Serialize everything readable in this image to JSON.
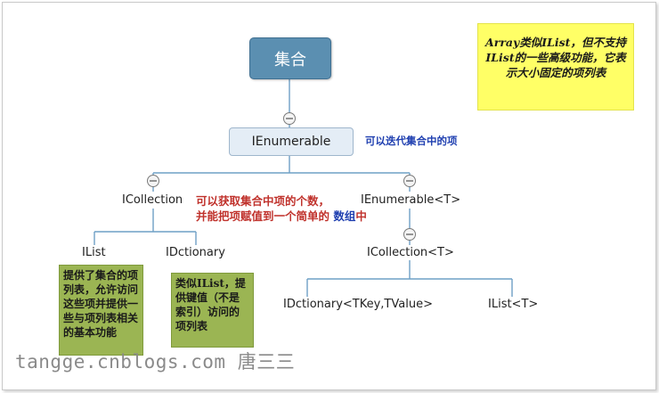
{
  "root": {
    "label": "集合"
  },
  "nodes": {
    "ienumerable": "IEnumerable",
    "icollection": "ICollection",
    "ienumerable_t": "IEnumerable<T>",
    "ilist": "IList",
    "idictionary": "IDctionary",
    "icollection_t": "ICollection<T>",
    "idictionary_kv": "IDctionary<TKey,TValue>",
    "ilist_t": "IList<T>"
  },
  "notes": {
    "array_note": "Array类似IList，但不支持IList的一些高级功能，它表示大小固定的项列表",
    "ienumerable_note": "可以迭代集合中的项",
    "icollection_note_line1": "可以获取集合中项的个数，",
    "icollection_note_line2a": "并能把项赋值到一个简单的",
    "icollection_note_line2b": "数组",
    "icollection_note_line2c": "中",
    "ilist_note": "提供了集合的项列表，允许访问这些项并提供一些与项列表相关的基本功能",
    "idictionary_note": "类似IList，提供键值（不是索引）访问的项列表"
  },
  "watermark": "tangge.cnblogs.com 唐三三",
  "colors": {
    "root_fill": "#5b8fb1",
    "note_yellow": "#ffff66",
    "note_green": "#9bb553",
    "note_red": "#c0322c",
    "note_blue": "#1f3fb0",
    "connector": "#6fa0c6"
  },
  "icons": [
    "collapse-minus-icon"
  ]
}
